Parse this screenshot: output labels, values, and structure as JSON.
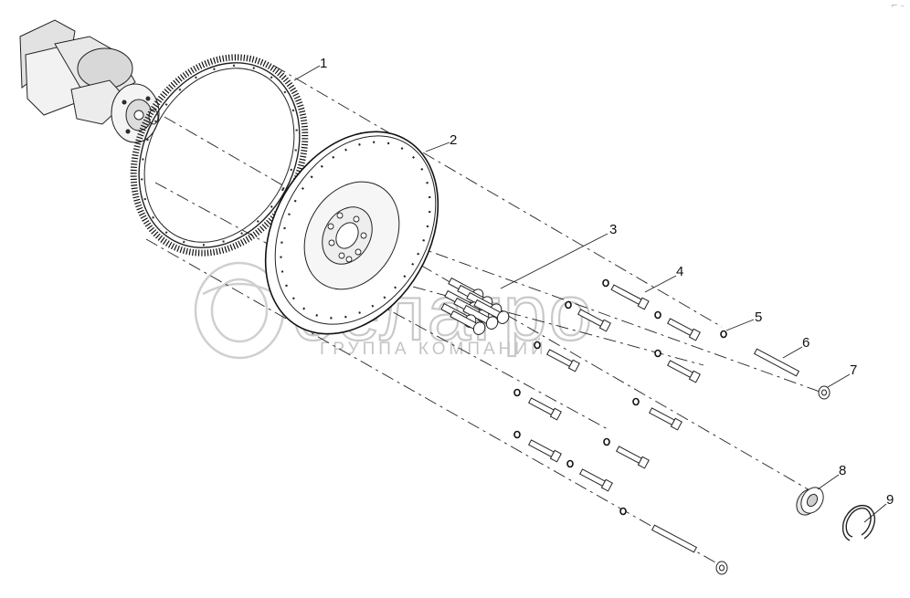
{
  "diagram": {
    "callouts": [
      "1",
      "2",
      "3",
      "4",
      "5",
      "6",
      "7",
      "8",
      "9"
    ]
  },
  "watermark": {
    "brand": "белагро",
    "subtitle": "ГРУППА КОМПАНИЙ"
  },
  "corner_mark": "⌐ –"
}
